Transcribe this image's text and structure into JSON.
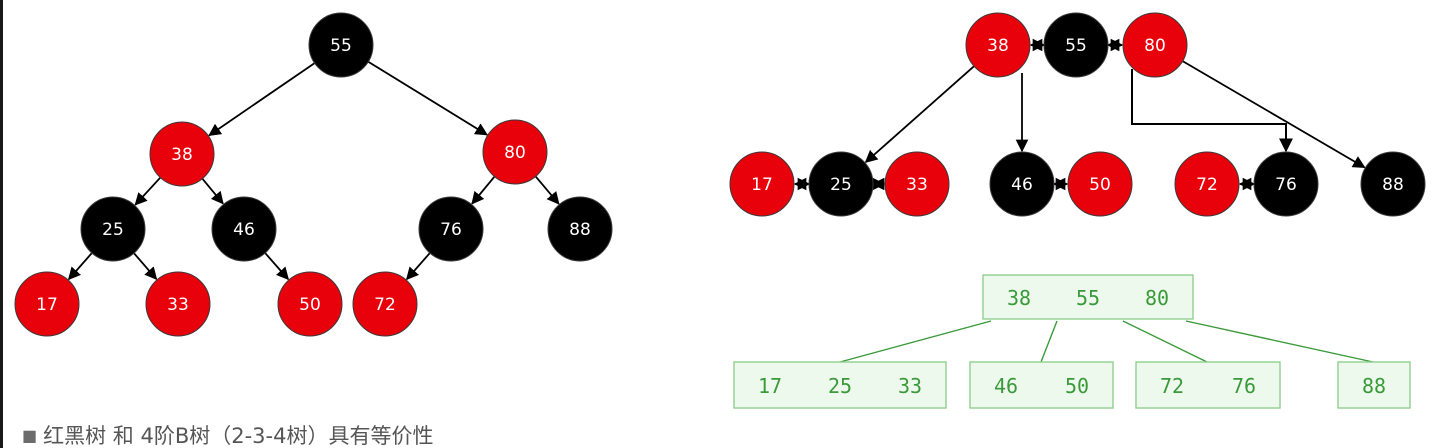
{
  "colors": {
    "red": "#e8000b",
    "black": "#000000",
    "edge": "#000000",
    "btree_green": "#3a9a3a",
    "btree_fill": "#eef9ee",
    "btree_border": "#8fd08f"
  },
  "red_black_tree": {
    "nodes": [
      {
        "id": "n55",
        "label": "55",
        "color": "black"
      },
      {
        "id": "n38",
        "label": "38",
        "color": "red"
      },
      {
        "id": "n80",
        "label": "80",
        "color": "red"
      },
      {
        "id": "n25",
        "label": "25",
        "color": "black"
      },
      {
        "id": "n46",
        "label": "46",
        "color": "black"
      },
      {
        "id": "n76",
        "label": "76",
        "color": "black"
      },
      {
        "id": "n88",
        "label": "88",
        "color": "black"
      },
      {
        "id": "n17",
        "label": "17",
        "color": "red"
      },
      {
        "id": "n33",
        "label": "33",
        "color": "red"
      },
      {
        "id": "n50",
        "label": "50",
        "color": "red"
      },
      {
        "id": "n72",
        "label": "72",
        "color": "red"
      }
    ],
    "edges": [
      [
        "n55",
        "n38"
      ],
      [
        "n55",
        "n80"
      ],
      [
        "n38",
        "n25"
      ],
      [
        "n38",
        "n46"
      ],
      [
        "n80",
        "n76"
      ],
      [
        "n80",
        "n88"
      ],
      [
        "n25",
        "n17"
      ],
      [
        "n25",
        "n33"
      ],
      [
        "n46",
        "n50"
      ],
      [
        "n76",
        "n72"
      ]
    ]
  },
  "grouped_tree": {
    "nodes": [
      {
        "id": "g38",
        "label": "38",
        "color": "red"
      },
      {
        "id": "g55",
        "label": "55",
        "color": "black"
      },
      {
        "id": "g80",
        "label": "80",
        "color": "red"
      },
      {
        "id": "g17",
        "label": "17",
        "color": "red"
      },
      {
        "id": "g25",
        "label": "25",
        "color": "black"
      },
      {
        "id": "g33",
        "label": "33",
        "color": "red"
      },
      {
        "id": "g46",
        "label": "46",
        "color": "black"
      },
      {
        "id": "g50",
        "label": "50",
        "color": "red"
      },
      {
        "id": "g72",
        "label": "72",
        "color": "red"
      },
      {
        "id": "g76",
        "label": "76",
        "color": "black"
      },
      {
        "id": "g88",
        "label": "88",
        "color": "black"
      }
    ],
    "edges": [
      [
        "g55",
        "g38"
      ],
      [
        "g55",
        "g80"
      ],
      [
        "g25",
        "g17"
      ],
      [
        "g25",
        "g33"
      ],
      [
        "g46",
        "g50"
      ],
      [
        "g76",
        "g72"
      ],
      [
        "g38",
        "g25"
      ],
      [
        "g38",
        "g46"
      ],
      [
        "g80",
        "g76"
      ],
      [
        "g80",
        "g88"
      ]
    ]
  },
  "btree": {
    "root": [
      "38",
      "55",
      "80"
    ],
    "children": [
      [
        "17",
        "25",
        "33"
      ],
      [
        "46",
        "50"
      ],
      [
        "72",
        "76"
      ],
      [
        "88"
      ]
    ]
  },
  "caption": "红黑树 和 4阶B树（2-3-4树）具有等价性",
  "caption_bullet": "■"
}
